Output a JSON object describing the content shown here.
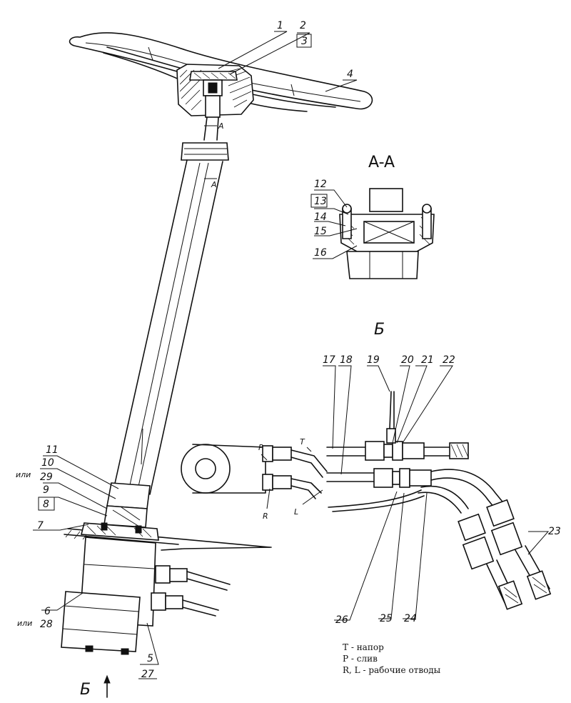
{
  "section_title": "A-A",
  "view_title": "Б",
  "view_arrow_label": "Б",
  "cut_marks": {
    "top": "A",
    "bottom": "A"
  },
  "callouts": {
    "c1": "1",
    "c2": "2",
    "c3": "3",
    "c4": "4",
    "c5": "5",
    "c6": "6",
    "c7": "7",
    "c8": "8",
    "c9": "9",
    "c10": "10",
    "c11": "11",
    "c12": "12",
    "c13": "13",
    "c14": "14",
    "c15": "15",
    "c16": "16",
    "c17": "17",
    "c18": "18",
    "c19": "19",
    "c20": "20",
    "c21": "21",
    "c22": "22",
    "c23": "23",
    "c24": "24",
    "c25": "25",
    "c26": "26",
    "c27": "27",
    "c28": "28",
    "c29": "29"
  },
  "or_label": "или",
  "port_labels": {
    "P": "P",
    "T": "T",
    "R": "R",
    "L": "L"
  },
  "legend": [
    "T - напор",
    "P - слив",
    "R, L - рабочие отводы"
  ]
}
